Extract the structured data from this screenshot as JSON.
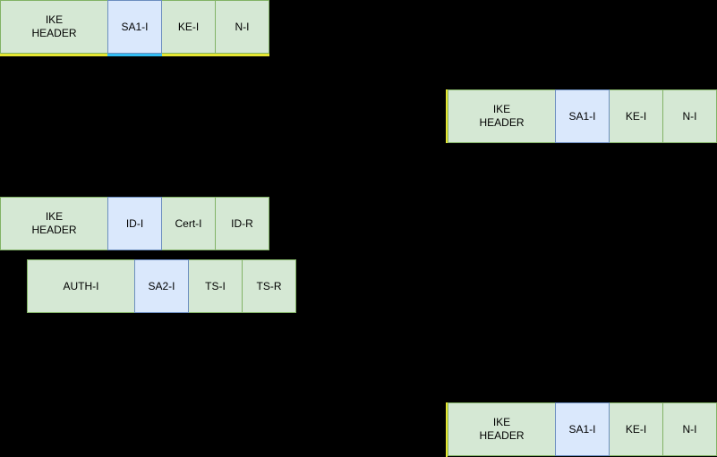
{
  "diagram": {
    "background": "#000000",
    "palette": {
      "payload_fill": "#d5e8d4",
      "payload_border": "#82b366",
      "highlight_fill": "#dae8fc",
      "highlight_border": "#6c8ebf",
      "mark_yellow": "#e6e632",
      "mark_cyan": "#33bdf2",
      "text": "#000000"
    },
    "rows": [
      {
        "name": "ike-sa-init-request-top-left",
        "cells": [
          {
            "label": "IKE\nHEADER"
          },
          {
            "label": "SA1-I"
          },
          {
            "label": "KE-I"
          },
          {
            "label": "N-I"
          }
        ]
      },
      {
        "name": "ike-sa-init-request-right",
        "cells": [
          {
            "label": "IKE\nHEADER"
          },
          {
            "label": "SA1-I"
          },
          {
            "label": "KE-I"
          },
          {
            "label": "N-I"
          }
        ]
      },
      {
        "name": "ike-auth-identity-row",
        "cells": [
          {
            "label": "IKE\nHEADER"
          },
          {
            "label": "ID-I"
          },
          {
            "label": "Cert-I"
          },
          {
            "label": "ID-R"
          }
        ]
      },
      {
        "name": "ike-auth-payload-row",
        "cells": [
          {
            "label": "AUTH-I"
          },
          {
            "label": "SA2-I"
          },
          {
            "label": "TS-I"
          },
          {
            "label": "TS-R"
          }
        ]
      },
      {
        "name": "ike-sa-init-request-bottom-right",
        "cells": [
          {
            "label": "IKE\nHEADER"
          },
          {
            "label": "SA1-I"
          },
          {
            "label": "KE-I"
          },
          {
            "label": "N-I"
          }
        ]
      }
    ]
  }
}
